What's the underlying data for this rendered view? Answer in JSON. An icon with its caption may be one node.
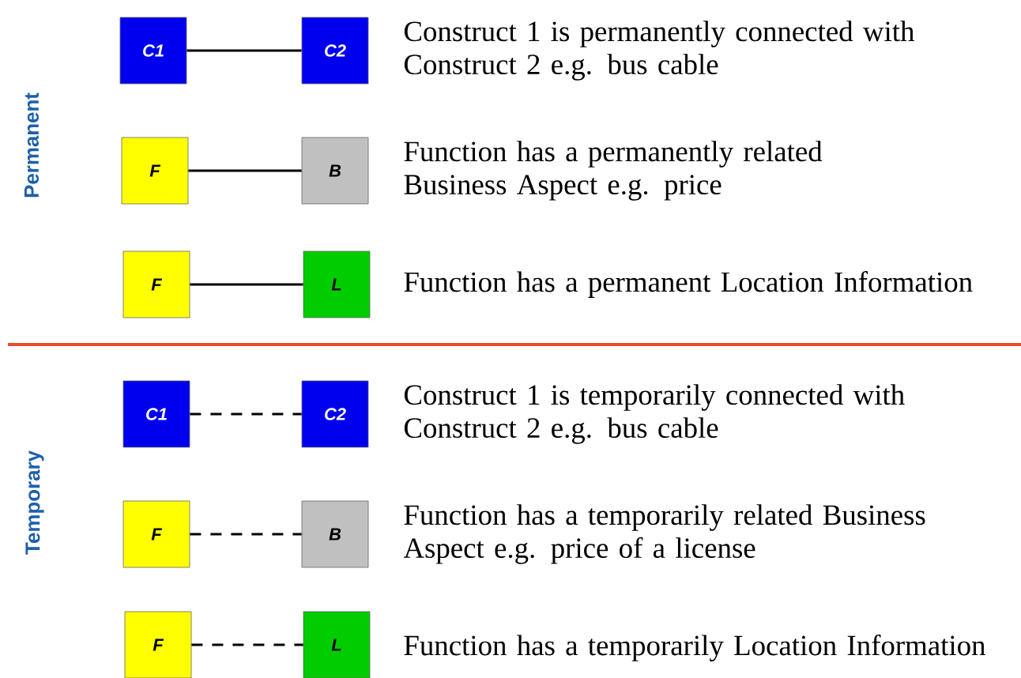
{
  "diagram": {
    "nodes": [
      {
        "text": [
          "C1"
        ]
      },
      {
        "text": [
          "C2"
        ]
      },
      {
        "text": [
          "F"
        ]
      },
      {
        "text": [
          "B"
        ]
      },
      {
        "text": [
          "F"
        ]
      },
      {
        "text": [
          "L"
        ]
      },
      {
        "text": [
          "C1"
        ]
      },
      {
        "text": [
          "C2"
        ]
      },
      {
        "text": [
          "F"
        ]
      },
      {
        "text": [
          "B"
        ]
      },
      {
        "text": [
          "F"
        ]
      },
      {
        "text": [
          "L"
        ]
      }
    ],
    "edges": [
      {
        "from": 0,
        "to": 1,
        "arrow": "none"
      },
      {
        "from": 2,
        "to": 3,
        "arrow": "none"
      },
      {
        "from": 4,
        "to": 5,
        "arrow": "none"
      },
      {
        "from": 6,
        "to": 7,
        "arrow": "none",
        "style": "dashed"
      },
      {
        "from": 8,
        "to": 9,
        "arrow": "none",
        "style": "dashed"
      },
      {
        "from": 10,
        "to": 11,
        "arrow": "none",
        "style": "dashed"
      }
    ],
    "labels": [
      "Permanent",
      "Construct 1 is permanently connected with Construct 2 e.g. bus cable",
      "Function has a permanently related Business Aspect e.g. price",
      "Function has a permanent Location Information",
      "Temporary",
      "Construct 1 is temporarily connected with Construct 2 e.g. bus cable",
      "Function has a temporarily related Business Aspect e.g. price of a license",
      "Function has a temporarily Location Information"
    ]
  }
}
